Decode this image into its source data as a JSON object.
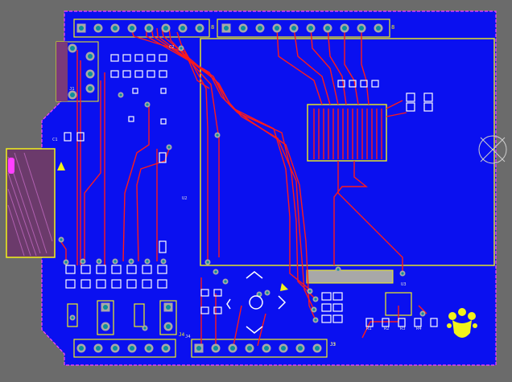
{
  "colors": {
    "background": "#6b6b6b",
    "board": "#0a10f0",
    "outline": "#ff40ff",
    "trace": "#ff1a1a",
    "silk": "#f2f21a",
    "pad": "#a8a8a8",
    "hole": "#0a8f9a",
    "white": "#ffffff"
  },
  "labels": {
    "header_top_left_right": "8",
    "header_top_right_right": "8",
    "usb_connector": "J1",
    "header_bottom_left": "J4",
    "header_bottom_right": "J3",
    "crystal_caps": "C1 C2",
    "resistor_column": "R1 R2 R3",
    "bottom_caps": "R1 R2 R3 R4 C1 C2"
  },
  "icons": {
    "logo": "crown-logo-icon",
    "fiducial": "fiducial-cross-icon",
    "pin1_marker": "triangle-marker-icon"
  }
}
